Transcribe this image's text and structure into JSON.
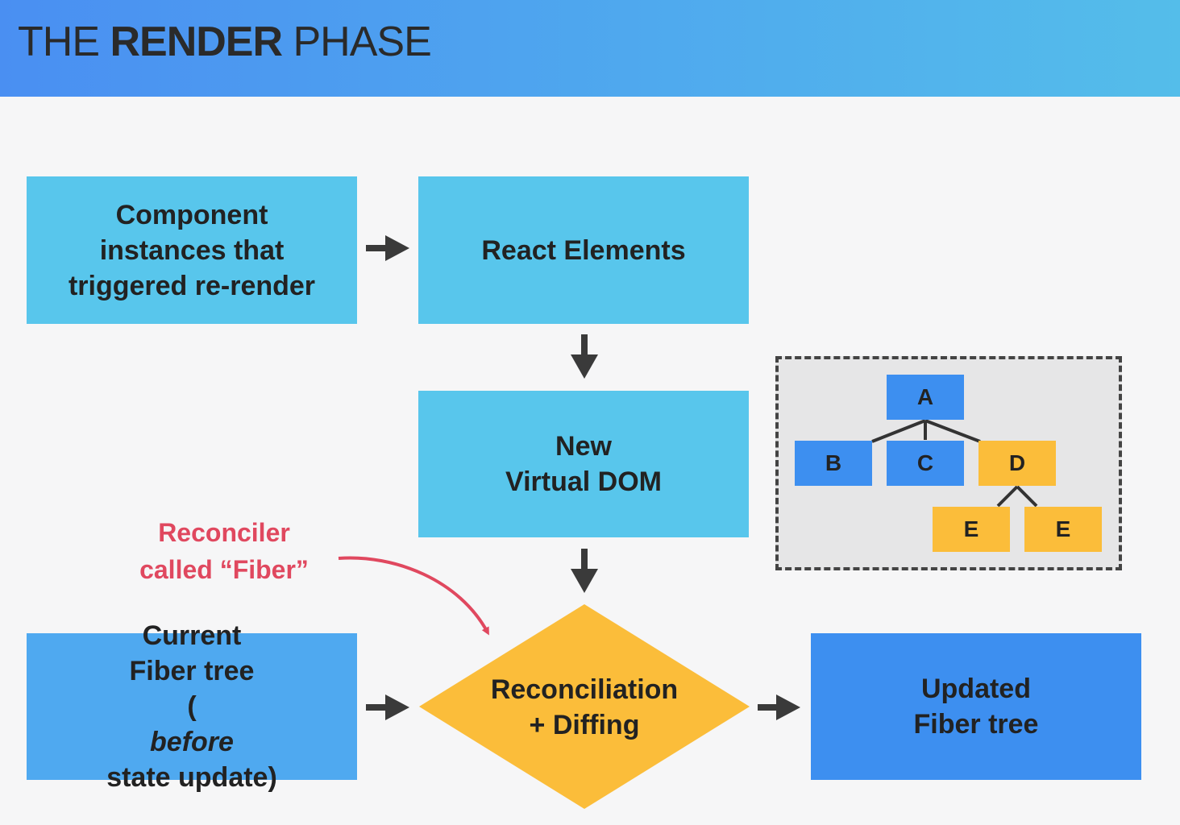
{
  "header": {
    "title_prefix": "THE ",
    "title_bold": "RENDER",
    "title_suffix": " PHASE"
  },
  "boxes": {
    "component_instances": {
      "lines": [
        "Component",
        "instances that",
        "triggered re-render"
      ]
    },
    "react_elements": {
      "label": "React Elements"
    },
    "virtual_dom": {
      "lines": [
        "New",
        "Virtual DOM"
      ]
    },
    "current_fiber": {
      "line1": "Current",
      "line2": "Fiber tree",
      "line3_italic": "before",
      "line3_rest": " state update)",
      "line3_open": "("
    },
    "reconciliation": {
      "lines": [
        "Reconciliation",
        "+ Diffing"
      ]
    },
    "updated_fiber": {
      "lines": [
        "Updated",
        "Fiber tree"
      ]
    }
  },
  "annotation": {
    "lines": [
      "Reconciler",
      "called “Fiber”"
    ],
    "color": "#e0485f"
  },
  "tree": {
    "nodes": [
      {
        "id": "A",
        "color": "blue"
      },
      {
        "id": "B",
        "color": "blue"
      },
      {
        "id": "C",
        "color": "blue"
      },
      {
        "id": "D",
        "color": "yellow"
      },
      {
        "id": "E",
        "color": "yellow"
      },
      {
        "id": "E",
        "color": "yellow"
      }
    ]
  },
  "colors": {
    "cyan": "#58c6ec",
    "sky": "#4fa9f0",
    "blue": "#3d8ff0",
    "yellow": "#fbbd3a",
    "arrow": "#3a3a3a"
  },
  "icons": {
    "flow_arrow": "arrow-right-icon",
    "down_arrow": "arrow-down-icon",
    "curved_arrow": "curved-arrow-icon"
  }
}
